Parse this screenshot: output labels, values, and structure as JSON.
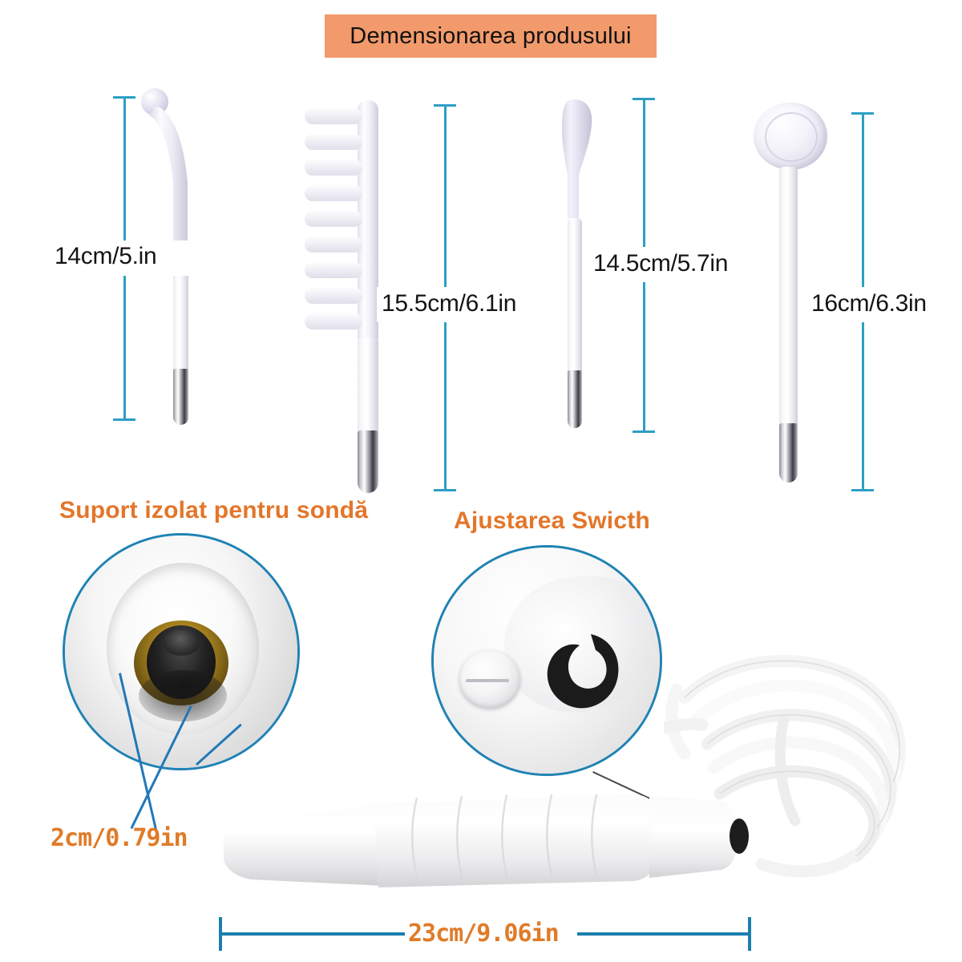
{
  "title": {
    "text": "Demensionarea produsului",
    "banner_color": "#F29A6B"
  },
  "colors": {
    "dimension_blue": "#2D9FC4",
    "rule_blue": "#1C7FAE",
    "leader_blue": "#2178B8",
    "orange_text": "#E07B28",
    "orange_heading": "#E3762A",
    "banner_orange": "#F29A6B"
  },
  "probes": [
    {
      "id": "bent-ball-probe",
      "name": "bent ball electrode",
      "dimension": "14cm/5.in"
    },
    {
      "id": "comb-probe",
      "name": "comb electrode",
      "dimension": "15.5cm/6.1in",
      "teeth": 9
    },
    {
      "id": "tongue-probe",
      "name": "tongue / spoon electrode",
      "dimension": "14.5cm/5.7in"
    },
    {
      "id": "mushroom-probe",
      "name": "mushroom disc electrode",
      "dimension": "16cm/6.3in"
    }
  ],
  "sections": {
    "probe_holder": {
      "heading": "Suport izolat pentru sondă",
      "dimension": "2cm/0.79in"
    },
    "switch": {
      "heading": "Ajustarea Swicth"
    }
  },
  "handle": {
    "dimension": "23cm/9.06in"
  }
}
